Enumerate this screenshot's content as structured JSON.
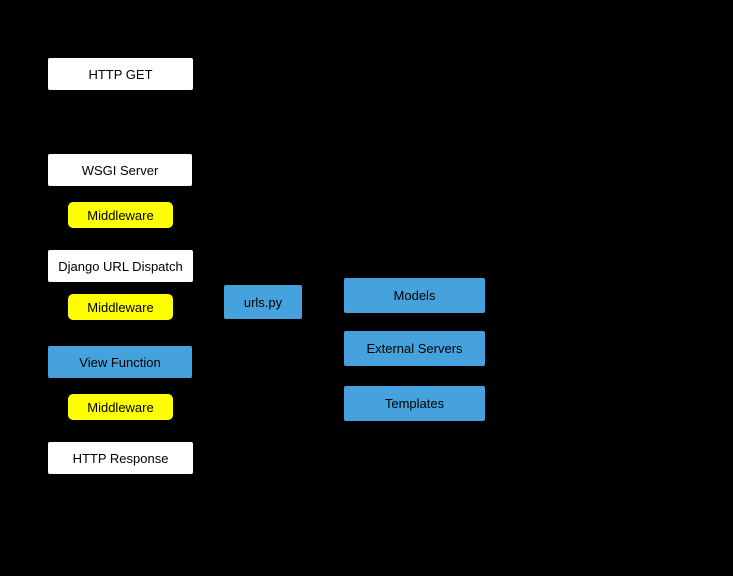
{
  "diagram": {
    "colors": {
      "background": "#000000",
      "box_white": "#ffffff",
      "box_yellow": "#ffff00",
      "box_blue": "#45a2dc",
      "text": "#000000"
    },
    "nodes": {
      "http_get": {
        "label": "HTTP GET"
      },
      "wsgi_server": {
        "label": "WSGI Server"
      },
      "middleware_1": {
        "label": "Middleware"
      },
      "django_url_dispatch": {
        "label": "Django URL Dispatch"
      },
      "middleware_2": {
        "label": "Middleware"
      },
      "urls_py": {
        "label": "urls.py"
      },
      "view_function": {
        "label": "View Function"
      },
      "middleware_3": {
        "label": "Middleware"
      },
      "http_response": {
        "label": "HTTP Response"
      },
      "models": {
        "label": "Models"
      },
      "external_servers": {
        "label": "External Servers"
      },
      "templates": {
        "label": "Templates"
      }
    }
  }
}
